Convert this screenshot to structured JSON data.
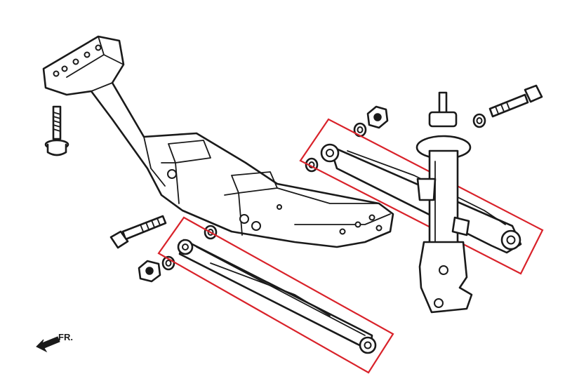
{
  "diagram": {
    "direction_label": "FR.",
    "colors": {
      "line": "#1a1a1a",
      "fill": "#ffffff",
      "highlight": "#d9222a"
    },
    "parts": [
      {
        "name": "subframe-crossmember"
      },
      {
        "name": "upper-control-arm",
        "highlighted": true
      },
      {
        "name": "lower-control-arm",
        "highlighted": true
      },
      {
        "name": "shock-absorber-strut"
      },
      {
        "name": "bolt"
      },
      {
        "name": "nut"
      },
      {
        "name": "washer"
      }
    ]
  }
}
